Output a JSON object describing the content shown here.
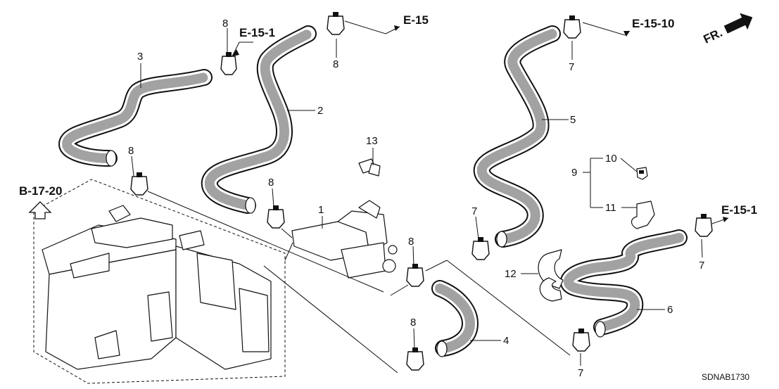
{
  "diagram": {
    "part_labels": {
      "p1": "1",
      "p2": "2",
      "p3": "3",
      "p4": "4",
      "p5": "5",
      "p6": "6",
      "p7a": "7",
      "p7b": "7",
      "p7c": "7",
      "p7d": "7",
      "p8a": "8",
      "p8b": "8",
      "p8c": "8",
      "p8d": "8",
      "p8e": "8",
      "p8f": "8",
      "p9": "9",
      "p10": "10",
      "p11": "11",
      "p12": "12",
      "p13": "13"
    },
    "references": {
      "e15_1_top": "E-15-1",
      "e15_top": "E-15",
      "e15_10": "E-15-10",
      "e15_1_right": "E-15-1",
      "b17_20": "B-17-20"
    },
    "orientation_label": "FR.",
    "diagram_code": "SDNAB1730"
  }
}
